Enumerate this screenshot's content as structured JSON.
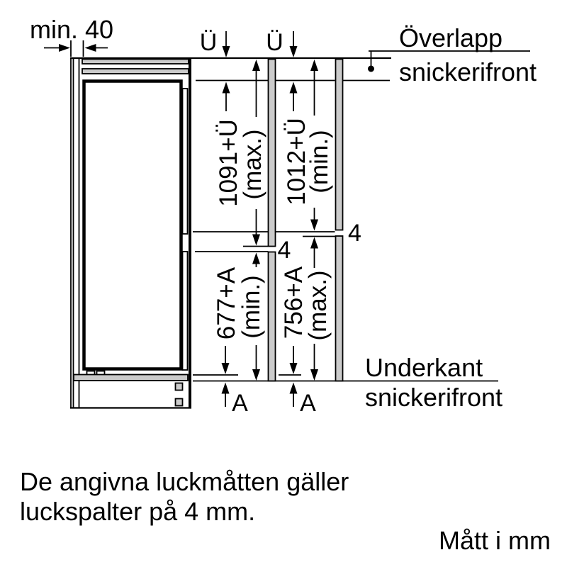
{
  "labels": {
    "min40": "min. 40",
    "u_left": "Ü",
    "u_right": "Ü",
    "overlap_line1": "Överlapp",
    "overlap_line2": "snickerifront",
    "dim_upper_max": "1091+Ü",
    "dim_upper_max_q": "(max.)",
    "dim_upper_min": "1012+Ü",
    "dim_upper_min_q": "(min.)",
    "dim_lower_min": "677+A",
    "dim_lower_min_q": "(min.)",
    "dim_lower_max": "756+A",
    "dim_lower_max_q": "(max.)",
    "gap_left": "4",
    "gap_right": "4",
    "a_left": "A",
    "a_right": "A",
    "underkant_line1": "Underkant",
    "underkant_line2": "snickerifront",
    "note_line1": "De angivna luckmåtten gäller",
    "note_line2": "luckspalter på 4 mm.",
    "units": "Mått i mm"
  },
  "colors": {
    "panel_gray": "#cbcbcb",
    "line": "#000000",
    "background": "#ffffff"
  }
}
